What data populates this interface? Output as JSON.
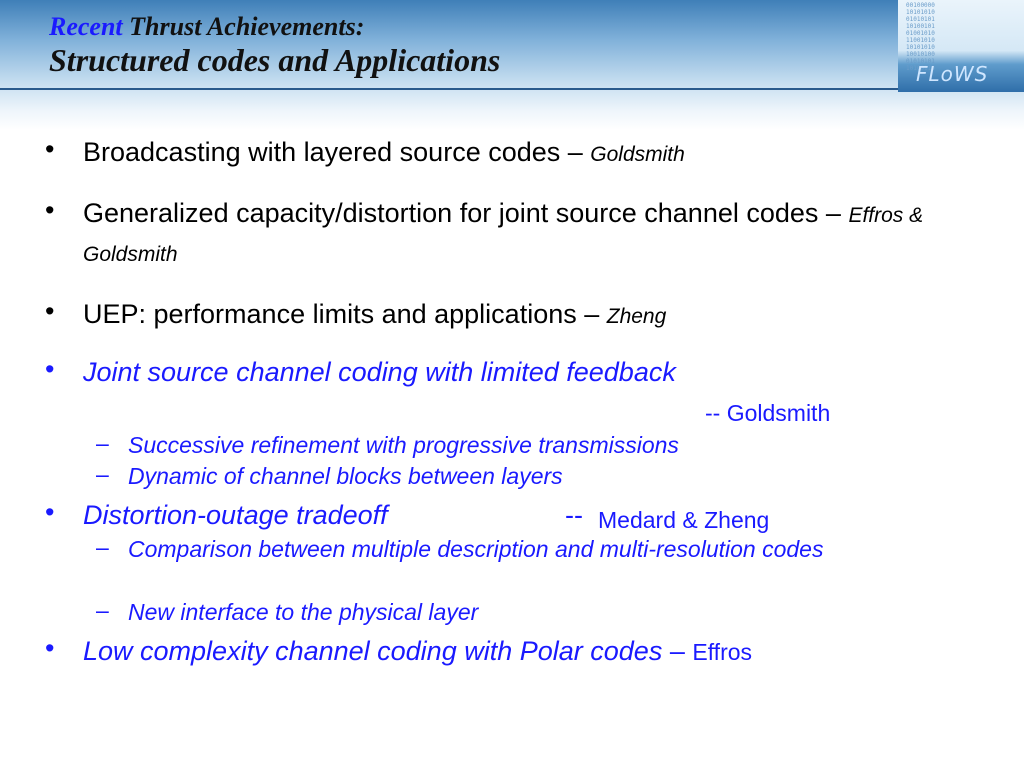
{
  "header": {
    "title_recent": "Recent",
    "title_rest": " Thrust Achievements:",
    "subtitle": "Structured codes and Applications",
    "logo_text": "FLoWS",
    "logo_bits": "00100000\n10101010\n01010101\n10100101\n01001010\n11001010\n10101010\n10010100\n01010101\n10100110"
  },
  "bullets": [
    {
      "marker": "•",
      "text": "Broadcasting with layered source codes – ",
      "author": "Goldsmith"
    },
    {
      "marker": "•",
      "text": "Generalized capacity/distortion for joint source channel codes – ",
      "author": "Effros & Goldsmith"
    },
    {
      "marker": "•",
      "text": "UEP: performance limits and applications – ",
      "author": "Zheng"
    },
    {
      "marker": "•",
      "text": "Joint source channel coding with limited feedback",
      "author": "-- Goldsmith"
    },
    {
      "marker": "–",
      "text": "Successive refinement with progressive transmissions"
    },
    {
      "marker": "–",
      "text": "Dynamic of channel blocks between layers"
    },
    {
      "marker": "•",
      "text": "Distortion-outage tradeoff",
      "sep": "-- ",
      "author": "Medard & Zheng"
    },
    {
      "marker": "–",
      "text": "Comparison between multiple description and multi-resolution codes"
    },
    {
      "marker": "–",
      "text": "New interface to the physical layer"
    },
    {
      "marker": "•",
      "text": "Low complexity channel coding with Polar codes",
      "sep": " – ",
      "author": "Effros"
    }
  ]
}
